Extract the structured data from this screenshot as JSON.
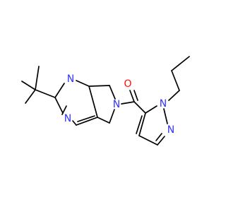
{
  "molecule": {
    "colors": {
      "bond": "#000000",
      "nitrogen": "#3333ff",
      "oxygen": "#ff0d0d",
      "background": "#ffffff"
    },
    "atoms": {
      "n1": {
        "element": "N",
        "label": "N"
      },
      "n3": {
        "element": "N",
        "label": "N"
      },
      "n6": {
        "element": "N",
        "label": "N"
      },
      "o": {
        "element": "O",
        "label": "O"
      },
      "n1p": {
        "element": "N",
        "label": "N"
      },
      "n2p": {
        "element": "N",
        "label": "N"
      }
    }
  }
}
